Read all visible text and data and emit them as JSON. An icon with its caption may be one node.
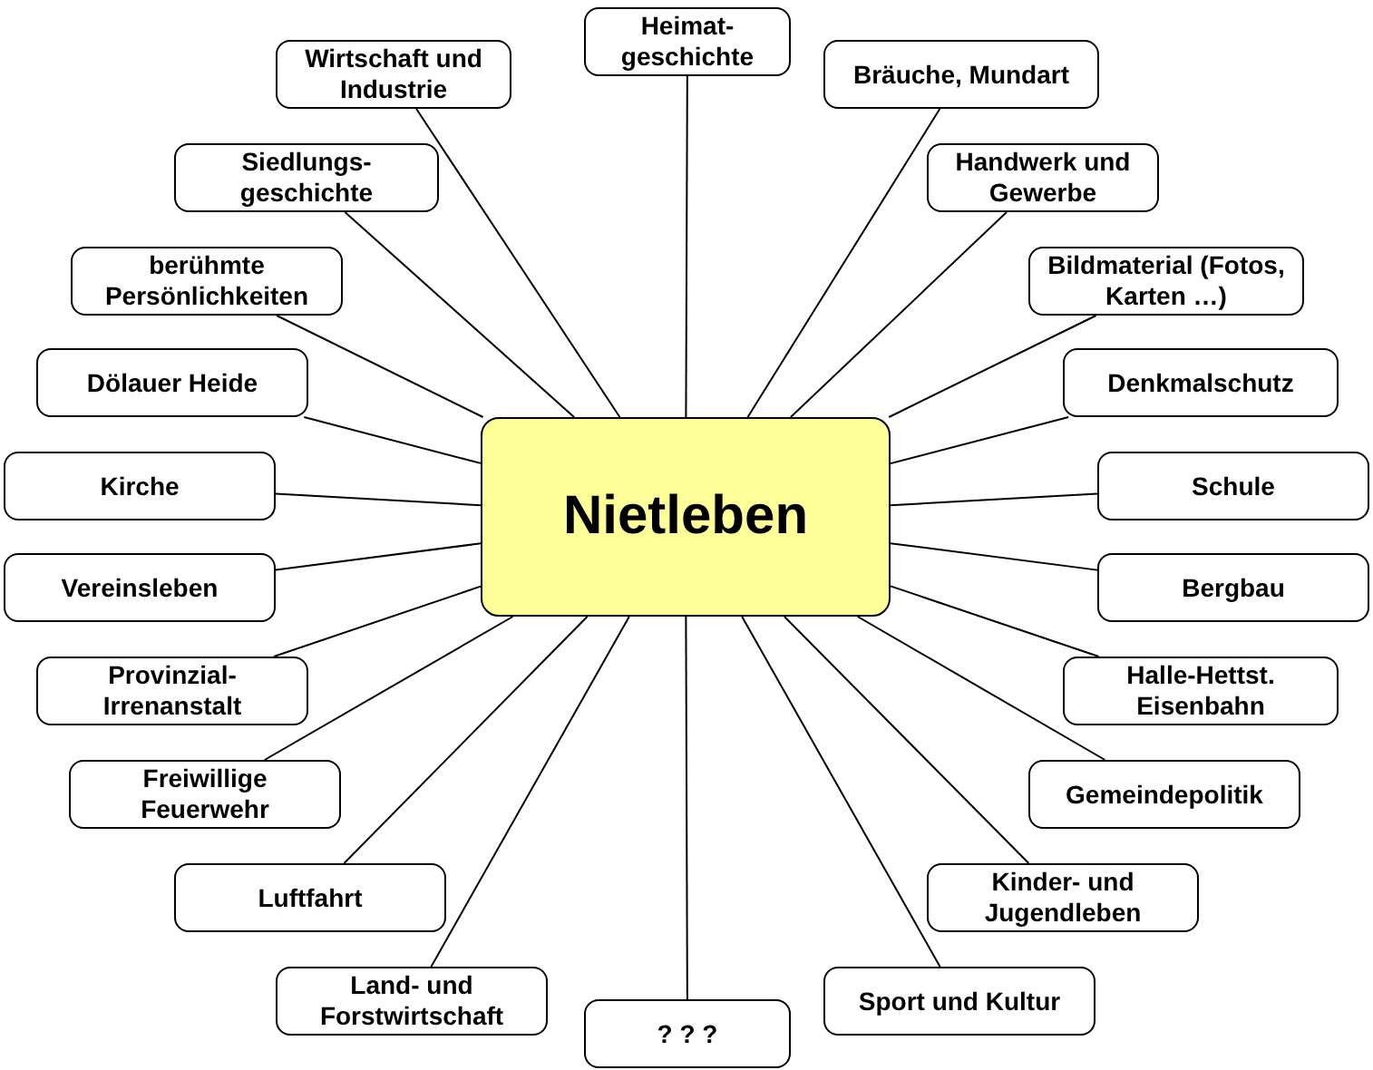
{
  "diagram": {
    "nodes": [
      {
        "text": [
          "Nietleben"
        ]
      },
      {
        "text": [
          "Wirtschaft und Industrie"
        ]
      },
      {
        "text": [
          "Heimat- geschichte"
        ]
      },
      {
        "text": [
          "Bräuche, Mundart"
        ]
      },
      {
        "text": [
          "Siedlungs- geschichte"
        ]
      },
      {
        "text": [
          "Handwerk und Gewerbe"
        ]
      },
      {
        "text": [
          "berühmte Persönlichkeiten"
        ]
      },
      {
        "text": [
          "Bildmaterial (Fotos, Karten …)"
        ]
      },
      {
        "text": [
          "Dölauer Heide"
        ]
      },
      {
        "text": [
          "Denkmalschutz"
        ]
      },
      {
        "text": [
          "Kirche"
        ]
      },
      {
        "text": [
          "Schule"
        ]
      },
      {
        "text": [
          "Vereinsleben"
        ]
      },
      {
        "text": [
          "Bergbau"
        ]
      },
      {
        "text": [
          "Provinzial- Irrenanstalt"
        ]
      },
      {
        "text": [
          "Halle-Hettst. Eisenbahn"
        ]
      },
      {
        "text": [
          "Freiwillige Feuerwehr"
        ]
      },
      {
        "text": [
          "Gemeindepolitik"
        ]
      },
      {
        "text": [
          "Luftfahrt"
        ]
      },
      {
        "text": [
          "Kinder- und Jugendleben"
        ]
      },
      {
        "text": [
          "Land- und Forstwirtschaft"
        ]
      },
      {
        "text": [
          "? ? ?"
        ]
      },
      {
        "text": [
          "Sport und Kultur"
        ]
      }
    ],
    "edges": [
      {
        "from": 0,
        "to": 1,
        "arrow": "none"
      },
      {
        "from": 0,
        "to": 2,
        "arrow": "none"
      },
      {
        "from": 0,
        "to": 3,
        "arrow": "none"
      },
      {
        "from": 0,
        "to": 4,
        "arrow": "none"
      },
      {
        "from": 0,
        "to": 5,
        "arrow": "none"
      },
      {
        "from": 0,
        "to": 6,
        "arrow": "none"
      },
      {
        "from": 0,
        "to": 7,
        "arrow": "none"
      },
      {
        "from": 0,
        "to": 8,
        "arrow": "none"
      },
      {
        "from": 0,
        "to": 9,
        "arrow": "none"
      },
      {
        "from": 0,
        "to": 10,
        "arrow": "none"
      },
      {
        "from": 0,
        "to": 11,
        "arrow": "none"
      },
      {
        "from": 0,
        "to": 12,
        "arrow": "none"
      },
      {
        "from": 0,
        "to": 13,
        "arrow": "none"
      },
      {
        "from": 0,
        "to": 14,
        "arrow": "none"
      },
      {
        "from": 0,
        "to": 15,
        "arrow": "none"
      },
      {
        "from": 0,
        "to": 16,
        "arrow": "none"
      },
      {
        "from": 0,
        "to": 17,
        "arrow": "none"
      },
      {
        "from": 0,
        "to": 18,
        "arrow": "none"
      },
      {
        "from": 0,
        "to": 19,
        "arrow": "none"
      },
      {
        "from": 0,
        "to": 20,
        "arrow": "none"
      },
      {
        "from": 0,
        "to": 21,
        "arrow": "none"
      },
      {
        "from": 0,
        "to": 22,
        "arrow": "none"
      }
    ]
  }
}
